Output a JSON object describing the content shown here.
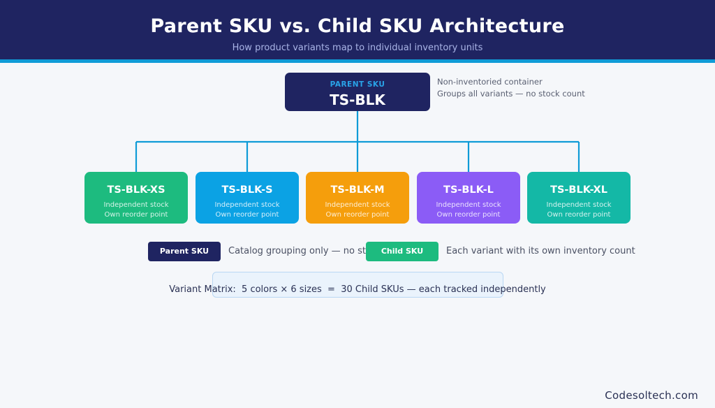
{
  "header": {
    "title": "Parent SKU vs. Child SKU Architecture",
    "subtitle": "How product variants map to individual inventory units"
  },
  "parent": {
    "label": "PARENT SKU",
    "sku": "TS-BLK",
    "notes": [
      "Non-inventoried container",
      "Groups all variants — no stock count"
    ]
  },
  "children": [
    {
      "sku": "TS-BLK-XS",
      "line1": "Independent stock",
      "line2": "Own reorder point",
      "color": "#1dbb7f"
    },
    {
      "sku": "TS-BLK-S",
      "line1": "Independent stock",
      "line2": "Own reorder point",
      "color": "#0ba2e4"
    },
    {
      "sku": "TS-BLK-M",
      "line1": "Independent stock",
      "line2": "Own reorder point",
      "color": "#f59e0c"
    },
    {
      "sku": "TS-BLK-L",
      "line1": "Independent stock",
      "line2": "Own reorder point",
      "color": "#8b5cf6"
    },
    {
      "sku": "TS-BLK-XL",
      "line1": "Independent stock",
      "line2": "Own reorder point",
      "color": "#14b8a6"
    }
  ],
  "legend": {
    "parent_badge": "Parent SKU",
    "parent_text": "Catalog grouping only — no stock",
    "child_badge": "Child SKU",
    "child_text": "Each variant with its own inventory count"
  },
  "matrix": {
    "text": "Variant Matrix:  5 colors × 6 sizes  =  30 Child SKUs — each tracked independently"
  },
  "footer": {
    "brand": "Codesoltech.com"
  },
  "colors": {
    "navy": "#1f2461",
    "connector": "#0f9bd7",
    "accent_bar": "#0f9bd7"
  }
}
